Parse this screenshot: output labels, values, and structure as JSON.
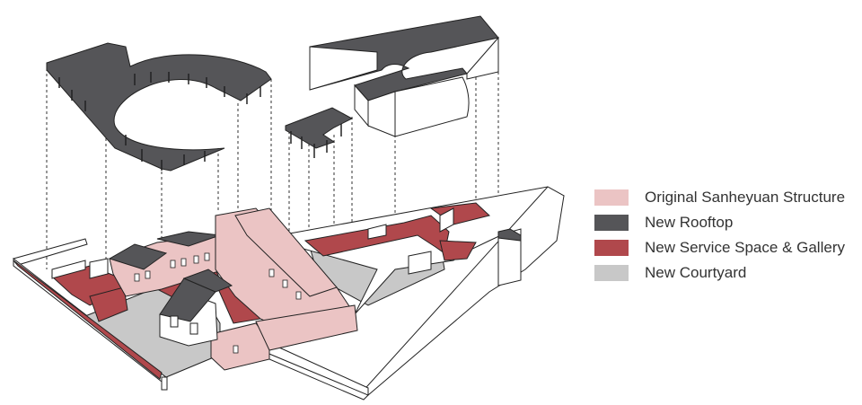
{
  "legend": [
    {
      "label": "Original Sanheyuan Structure",
      "color": "#ebc4c4",
      "icon": "light-pink-swatch"
    },
    {
      "label": "New Rooftop",
      "color": "#555558",
      "icon": "dark-gray-swatch"
    },
    {
      "label": "New Service Space & Gallery",
      "color": "#b0484c",
      "icon": "dark-red-swatch"
    },
    {
      "label": "New Courtyard",
      "color": "#c8c8c8",
      "icon": "light-gray-swatch"
    }
  ],
  "colors": {
    "outline": "#222222",
    "wall": "#ffffff",
    "original_structure": "#ebc4c4",
    "rooftop": "#555558",
    "service_gallery": "#b0484c",
    "courtyard": "#c8c8c8"
  }
}
